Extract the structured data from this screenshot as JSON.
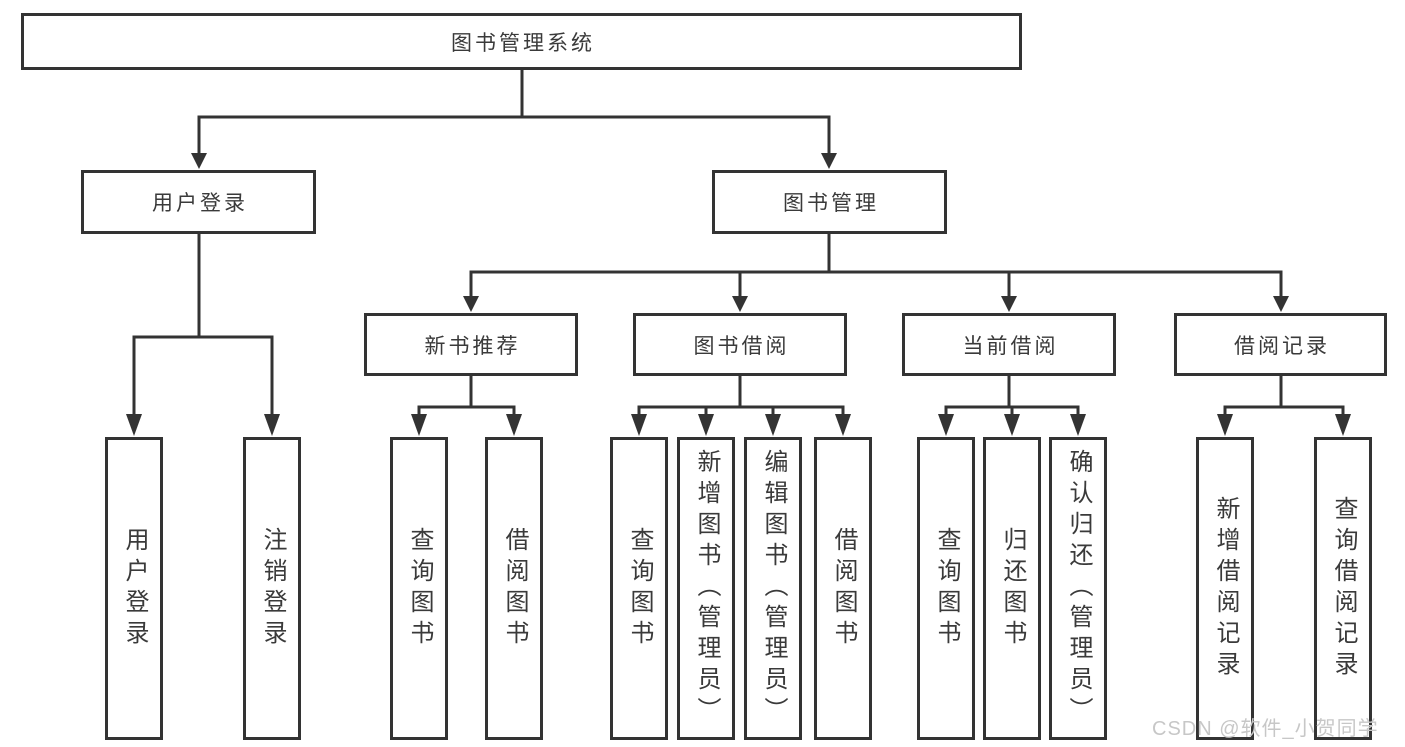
{
  "tree": {
    "root": {
      "label": "图书管理系统",
      "children": [
        {
          "label": "用户登录",
          "children": [
            {
              "label": "用户登录"
            },
            {
              "label": "注销登录"
            }
          ]
        },
        {
          "label": "图书管理",
          "children": [
            {
              "label": "新书推荐",
              "children": [
                {
                  "label": "查询图书"
                },
                {
                  "label": "借阅图书"
                }
              ]
            },
            {
              "label": "图书借阅",
              "children": [
                {
                  "label": "查询图书"
                },
                {
                  "label": "新增图书（管理员）"
                },
                {
                  "label": "编辑图书（管理员）"
                },
                {
                  "label": "借阅图书"
                }
              ]
            },
            {
              "label": "当前借阅",
              "children": [
                {
                  "label": "查询图书"
                },
                {
                  "label": "归还图书"
                },
                {
                  "label": "确认归还（管理员）"
                }
              ]
            },
            {
              "label": "借阅记录",
              "children": [
                {
                  "label": "新增借阅记录"
                },
                {
                  "label": "查询借阅记录"
                }
              ]
            }
          ]
        }
      ]
    }
  },
  "watermark": {
    "text": "CSDN @软件_小贺同学"
  },
  "colors": {
    "line": "#333333",
    "border": "#333333",
    "text": "#3a3a3a",
    "watermark": "#c7c7c7",
    "background": "#ffffff"
  }
}
